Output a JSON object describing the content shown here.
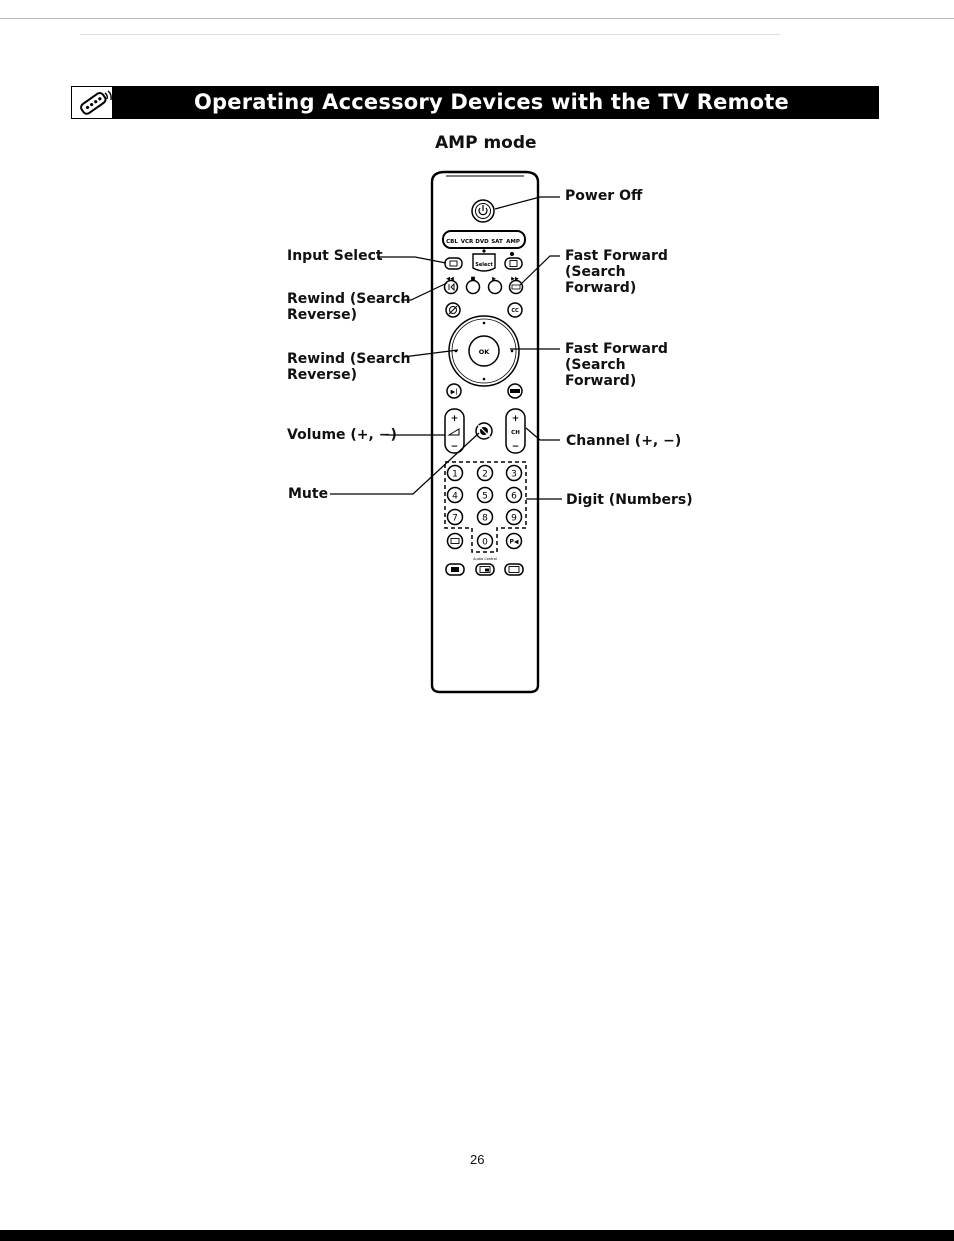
{
  "header": {
    "title": "Operating Accessory Devices with the TV Remote",
    "icon": "remote-control-icon"
  },
  "section": {
    "subtitle": "AMP mode"
  },
  "remote": {
    "source_keys": [
      "CBL",
      "VCR",
      "DVD",
      "SAT",
      "AMP"
    ],
    "select_label": "Select",
    "ok_label": "OK",
    "volume_plus": "+",
    "volume_minus": "−",
    "channel_plus": "+",
    "channel_label": "CH",
    "channel_minus": "−",
    "digits": [
      "1",
      "2",
      "3",
      "4",
      "5",
      "6",
      "7",
      "8",
      "9",
      "0"
    ],
    "audio_caption": "Audio Control"
  },
  "callouts": {
    "power_off": "Power Off",
    "fast_forward_1": "Fast Forward\n(Search\nForward)",
    "fast_forward_2": "Fast Forward\n(Search\nForward)",
    "channel": "Channel (+, −)",
    "digit": "Digit (Numbers)",
    "input_select": "Input Select",
    "rewind_1": "Rewind (Search\nReverse)",
    "rewind_2": "Rewind (Search\nReverse)",
    "volume": "Volume (+, −)",
    "mute": "Mute"
  },
  "footer": {
    "page_number": "26"
  }
}
